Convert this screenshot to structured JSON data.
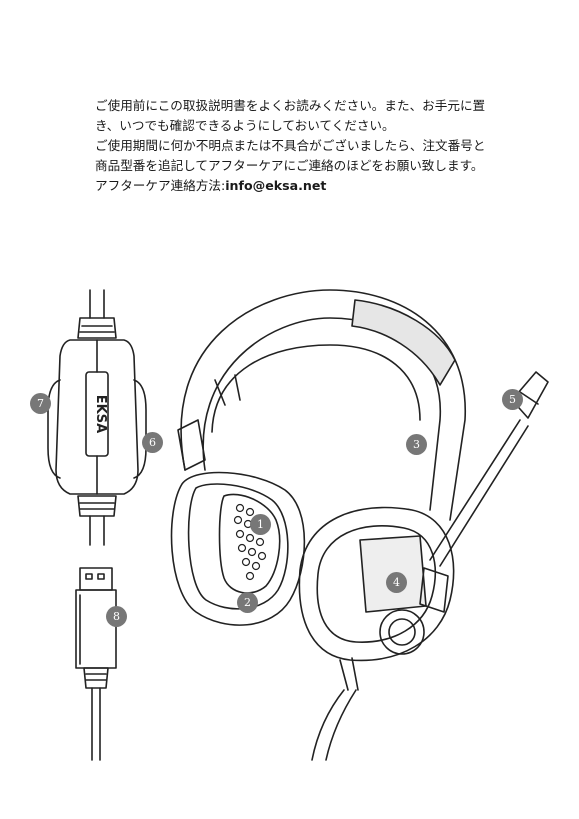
{
  "intro": {
    "lines": [
      "ご使用前にこの取扱説明書をよくお読みください。また、お手元に置",
      "き、いつでも確認できるようにしておいてください。",
      "ご使用期間に何か不明点または不具合がございましたら、注文番号と",
      "商品型番を追記してアフターケアにご連絡のほどをお願い致します。"
    ],
    "contact_label": "アフターケア連絡方法:",
    "contact_email": "info@eksa.net"
  },
  "controller": {
    "brand": "EKSA"
  },
  "callouts": [
    "1",
    "2",
    "3",
    "4",
    "5",
    "6",
    "7",
    "8"
  ],
  "colors": {
    "text": "#1a1a1a",
    "line": "#222222",
    "callout": "#777777"
  }
}
